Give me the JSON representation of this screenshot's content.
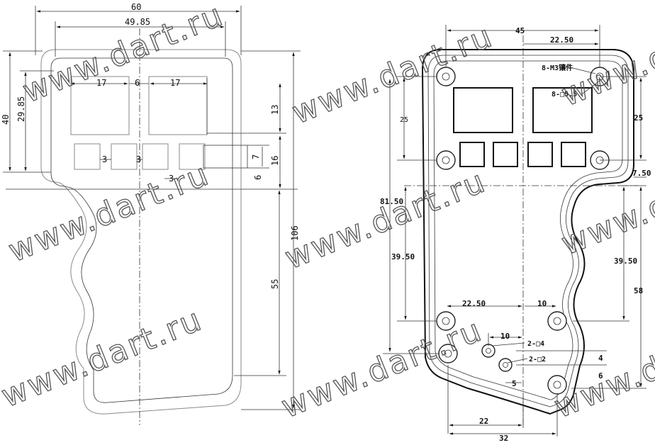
{
  "watermark": "www.dart.ru",
  "left_view": {
    "dims": {
      "width_total": "60",
      "width_inner": "49.85",
      "height_top": "40",
      "height_window": "29.85",
      "win_w_left": "17",
      "gap_center": "6",
      "win_w_right": "17",
      "win_h": "13",
      "btn_gap_1": "3",
      "btn_gap_2": "3",
      "btn_gap_3": "3",
      "btn_h": "7",
      "btn_row_h": "16",
      "btn_row_offset": "6",
      "height_total": "106",
      "handle_h": "55"
    }
  },
  "right_view": {
    "dims": {
      "width_top": "45",
      "half_top": "22.50",
      "note_bosses": "8-M3镶件",
      "note_squares": "8-□5.5",
      "top_spacing": "25",
      "top_spacing_left": "25",
      "step": "7.50",
      "mid_height": "81.50",
      "waist_left": "39.50",
      "waist_right": "39.50",
      "lower_height": "58",
      "bottom_half": "22.50",
      "bottom_right": "10",
      "center_spacing": "10",
      "note_hole4": "2-□4",
      "note_hole2": "2-□2",
      "dim_4": "4",
      "dim_5": "5",
      "dim_6": "6",
      "bottom_22": "22",
      "bottom_32": "32"
    }
  }
}
